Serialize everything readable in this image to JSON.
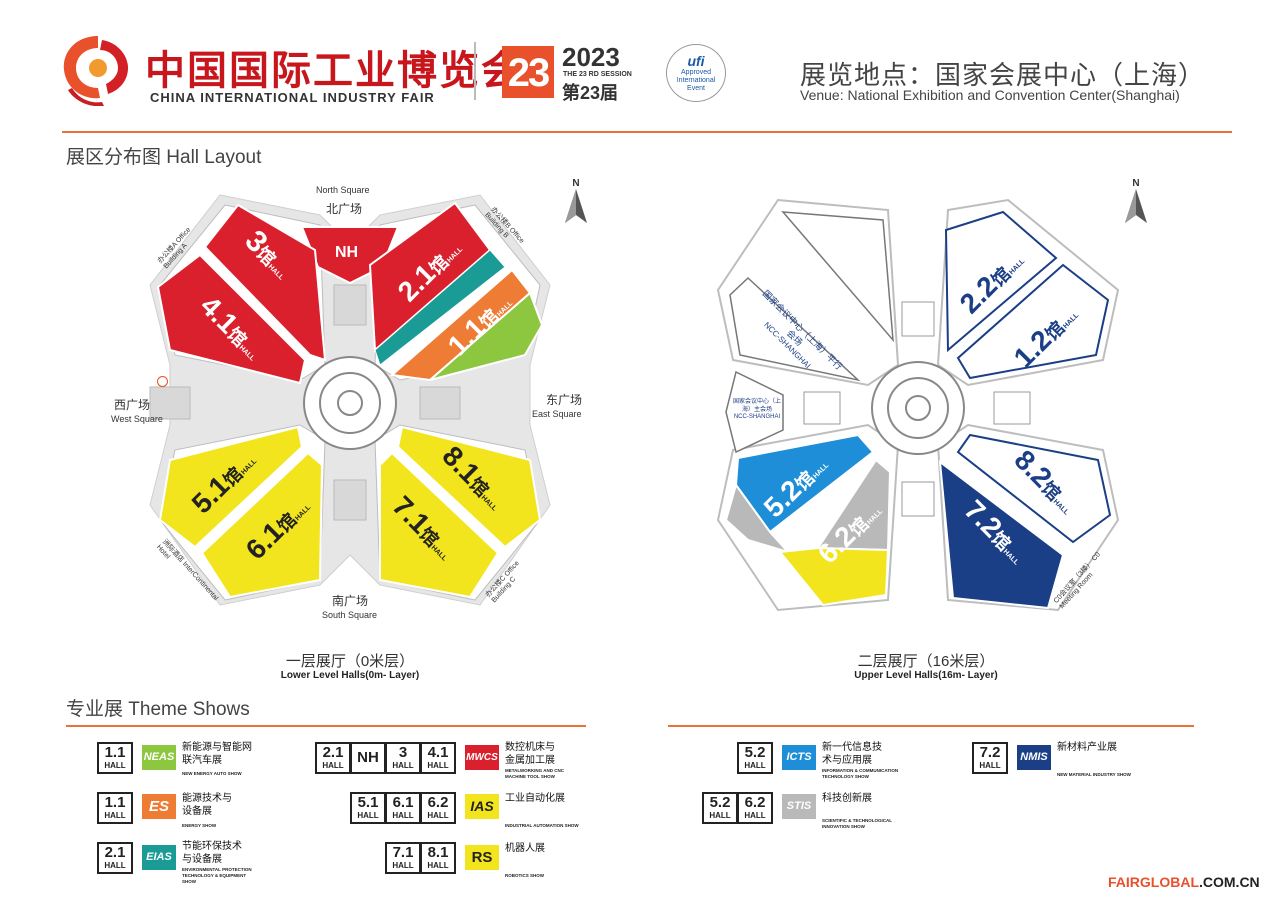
{
  "header": {
    "fair_name_cn": "中国国际工业博览会",
    "fair_name_en": "CHINA INTERNATIONAL INDUSTRY FAIR",
    "session_big": "23",
    "year": "2023",
    "session_en": "THE 23 RD SESSION",
    "session_cn": "第23届",
    "ufi_brand": "ufi",
    "ufi_text": "Approved International Event",
    "venue_cn": "展览地点：国家会展中心（上海）",
    "venue_en": "Venue:  National Exhibition and Convention Center(Shanghai)"
  },
  "hall_layout": {
    "title_cn": "展区分布图",
    "title_en": "Hall Layout",
    "north_mark": "N",
    "hall_char": "馆",
    "hall_word": "HALL",
    "lower": {
      "caption_cn": "一层展厅（0米层）",
      "caption_en": "Lower Level Halls(0m- Layer)",
      "north_square_en": "North Square",
      "north_square_cn": "北广场",
      "south_square_cn": "南广场",
      "south_square_en": "South Square",
      "west_square_cn": "西广场",
      "west_square_en": "West Square",
      "east_square_cn": "东广场",
      "east_square_en": "East Square",
      "office_a": "办公楼A Office Building A",
      "office_b": "办公楼B Office Building B",
      "office_c": "办公楼C Office Building C",
      "hotel": "洲际酒店 InterContinental Hotel",
      "nh": "NH",
      "halls": [
        "3",
        "4.1",
        "2.1",
        "1.1",
        "5.1",
        "6.1",
        "7.1",
        "8.1"
      ]
    },
    "upper": {
      "caption_cn": "二层展厅（16米层）",
      "caption_en": "Upper Level Halls(16m- Layer)",
      "ncc_cn": "国家会议中心（上海）平行会场",
      "ncc_en": "NCC-SHANGHAI",
      "ncc_main_cn": "国家会议中心（上海）主会场",
      "ncc_main_en": "NCC-SHANGHAI",
      "meeting_room": "C0会议室（3楼） C0 Meeting Room",
      "halls": [
        "2.2",
        "1.2",
        "5.2",
        "6.2",
        "7.2",
        "8.2"
      ]
    }
  },
  "theme_shows": {
    "title_cn": "专业展",
    "title_en": "Theme Shows",
    "hall_word": "HALL",
    "nh": "NH",
    "shows": [
      {
        "halls": [
          "1.1"
        ],
        "logo": "NEAS",
        "name_cn": "新能源与智能网联汽车展",
        "name_en": "NEW ENERGY AUTO SHOW"
      },
      {
        "halls": [
          "1.1"
        ],
        "logo": "ES",
        "name_cn": "能源技术与设备展",
        "name_en": "ENERGY SHOW"
      },
      {
        "halls": [
          "2.1"
        ],
        "logo": "EIAS",
        "name_cn": "节能环保技术与设备展",
        "name_en": "ENVIRONMENTAL PROTECTION TECHNOLOGY & EQUIPMENT SHOW"
      },
      {
        "halls": [
          "2.1",
          "NH",
          "3",
          "4.1"
        ],
        "logo": "MWCS",
        "name_cn": "数控机床与金属加工展",
        "name_en": "METALWORKING AND CNC MACHINE TOOL SHOW"
      },
      {
        "halls": [
          "5.1",
          "6.1",
          "6.2"
        ],
        "logo": "IAS",
        "name_cn": "工业自动化展",
        "name_en": "INDUSTRIAL AUTOMATION SHOW"
      },
      {
        "halls": [
          "7.1",
          "8.1"
        ],
        "logo": "RS",
        "name_cn": "机器人展",
        "name_en": "ROBOTICS SHOW"
      },
      {
        "halls": [
          "5.2"
        ],
        "logo": "ICTS",
        "name_cn": "新一代信息技术与应用展",
        "name_en": "INFORMATION & COMMUNICATION TECHNOLOGY SHOW"
      },
      {
        "halls": [
          "5.2",
          "6.2"
        ],
        "logo": "STIS",
        "name_cn": "科技创新展",
        "name_en": "SCIENTIFIC & TECHNOLOGICAL INNOVATION SHOW"
      },
      {
        "halls": [
          "7.2"
        ],
        "logo": "NMIS",
        "name_cn": "新材料产业展",
        "name_en": "NEW MATERIAL INDUSTRY SHOW"
      }
    ]
  },
  "footer": {
    "brand_a": "FAIRGLOBAL",
    "brand_b": ".COM.CN"
  },
  "colors": {
    "red": "#d9202c",
    "teal": "#1a9b96",
    "orange": "#ee7c35",
    "green": "#8dc63f",
    "yellow": "#f3e51d",
    "blue": "#1e8ed8",
    "navy": "#1b3f86",
    "grey": "#b9b9b9",
    "accent": "#e8733a"
  }
}
